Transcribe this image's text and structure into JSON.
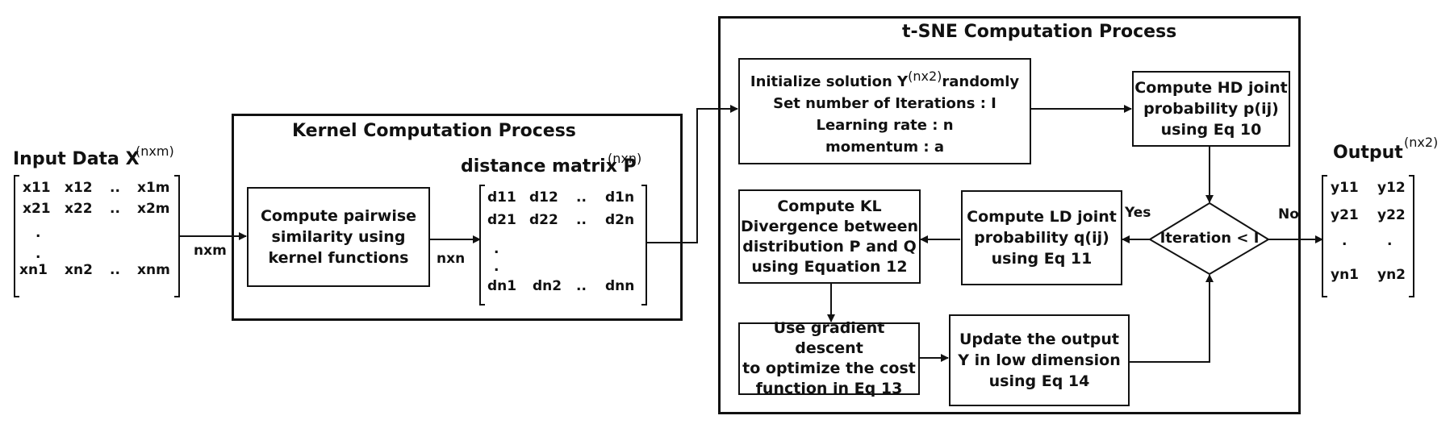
{
  "input": {
    "title": "Input Data X",
    "sup": "(nxm)",
    "rows": [
      [
        "x11",
        "x12",
        "..",
        "x1m"
      ],
      [
        "x21",
        "x22",
        "..",
        "x2m"
      ],
      [
        "."
      ],
      [
        "."
      ],
      [
        "xn1",
        "xn2",
        "..",
        "xnm"
      ]
    ]
  },
  "kernel": {
    "title": "Kernel Computation Process",
    "compute_box": [
      "Compute pairwise",
      "similarity using",
      "kernel functions"
    ],
    "distance_title": "distance matrix P",
    "distance_sup": "(nxn)",
    "matrix_rows": [
      [
        "d11",
        "d12",
        "..",
        "d1n"
      ],
      [
        "d21",
        "d22",
        "..",
        "d2n"
      ],
      [
        "."
      ],
      [
        "."
      ],
      [
        "dn1",
        "dn2",
        "..",
        "dnn"
      ]
    ]
  },
  "edge_labels": {
    "nxm": "nxm",
    "nxn": "nxn",
    "yes": "Yes",
    "no": "No"
  },
  "tsne": {
    "title": "t-SNE Computation Process",
    "init_box": {
      "line1": "Initialize solution Y",
      "line1_sup": "(nx2)",
      "line1_end": "randomly",
      "lines": [
        "Set number of Iterations : I",
        "Learning rate : n",
        "momentum :  a"
      ]
    },
    "hd_box": [
      "Compute HD joint",
      "probability p(ij)",
      "using Eq 10"
    ],
    "decision": "Iteration < I",
    "ld_box": [
      "Compute LD joint",
      "probability q(ij)",
      "using Eq 11"
    ],
    "kl_box": [
      "Compute KL",
      "Divergence between",
      "distribution P and Q",
      "using Equation 12"
    ],
    "gd_box": [
      "Use gradient descent",
      "to optimize the cost",
      "function in Eq 13"
    ],
    "update_box": [
      "Update the output",
      "Y in low dimension",
      "using Eq 14"
    ]
  },
  "output": {
    "title": "Output",
    "sup": "(nx2)",
    "rows": [
      [
        "y11",
        "y12"
      ],
      [
        "y21",
        "y22"
      ],
      [
        ".",
        "."
      ],
      [
        "yn1",
        "yn2"
      ]
    ]
  }
}
